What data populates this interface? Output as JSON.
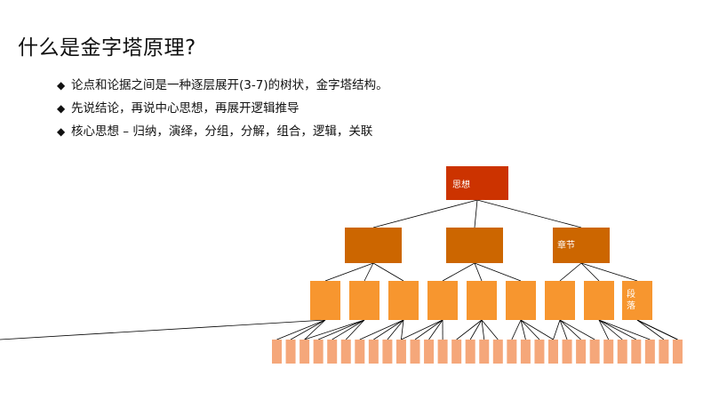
{
  "title": "什么是金字塔原理?",
  "bullets": [
    "论点和论据之间是一种逐层展开(3-7)的树状，金字塔结构。",
    "先说结论，再说中心思想，再展开逻辑推导",
    "核心思想 – 归纳，演绎，分组，分解，组合，逻辑，关联"
  ],
  "bullet_icon": "diamond-bullet-icon",
  "diagram": {
    "type": "tree",
    "root_label": "思想",
    "level1_labels": [
      "",
      "",
      "章节"
    ],
    "level2_labels": [
      "",
      "",
      "",
      "",
      "",
      "",
      "",
      "",
      "段落"
    ],
    "level3_count": 30,
    "colors": {
      "root": "#CC3300",
      "level1": "#CC6600",
      "level2": "#F7962F",
      "level3": "#F5A77A",
      "line": "#000000"
    }
  }
}
